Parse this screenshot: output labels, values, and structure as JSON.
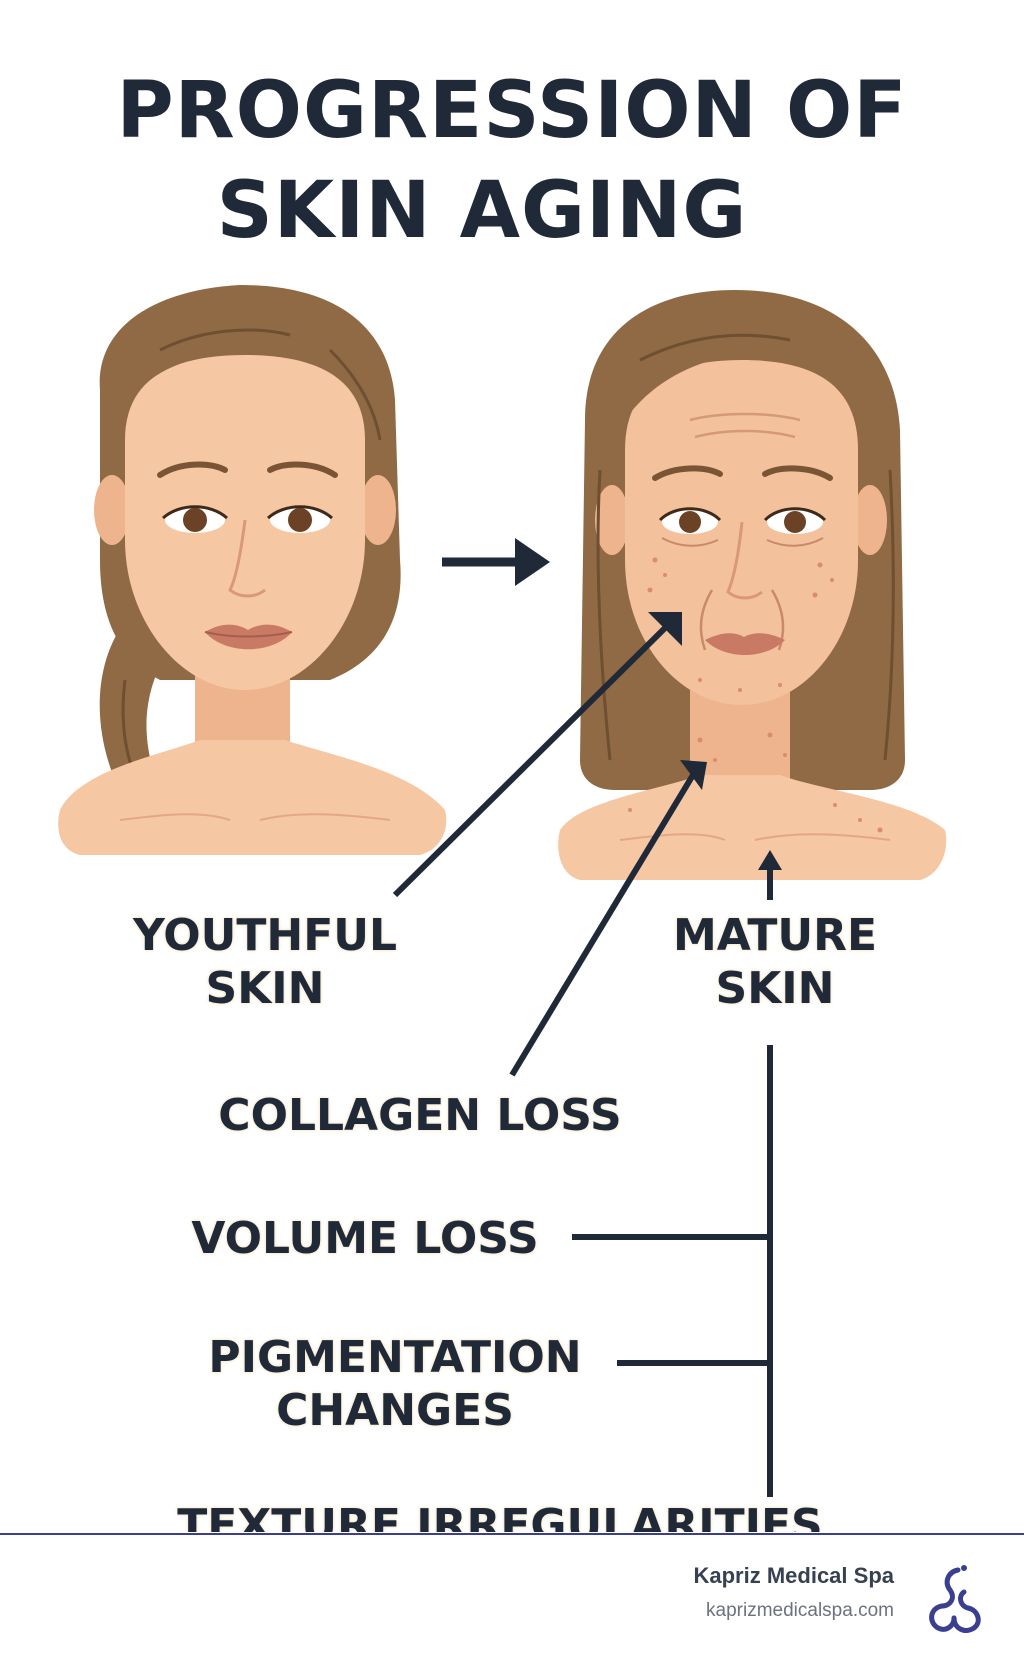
{
  "title": {
    "line1": "PROGRESSION OF",
    "line2": "SKIN AGING"
  },
  "labels": {
    "youthful": "YOUTHFUL SKIN",
    "mature": "MATURE SKIN",
    "collagen_loss": "COLLAGEN LOSS",
    "volume_loss": "VOLUME LOSS",
    "pigmentation": "PIGMENTATION CHANGES",
    "texture": "TEXTURE IRREGULARITIES"
  },
  "footer": {
    "brand": "Kapriz Medical Spa",
    "url": "kaprizmedicalspa.com"
  },
  "colors": {
    "ink": "#1f2937",
    "skin": "#f1bf98",
    "hair": "#8f6a45",
    "lips": "#c97a64",
    "accent": "#3b3f8f"
  },
  "icons": [
    "youthful-face-illustration",
    "mature-face-illustration",
    "progression-arrow-icon",
    "kapriz-logo-icon"
  ]
}
